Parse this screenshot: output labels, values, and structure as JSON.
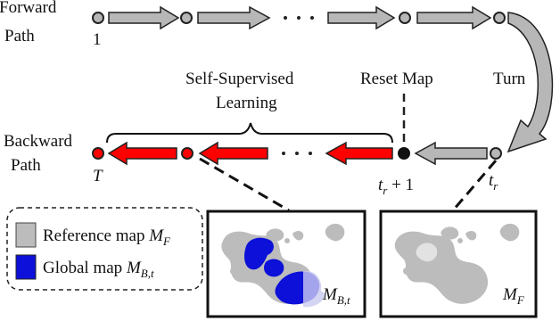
{
  "labels": {
    "forward_line1": "Forward",
    "forward_line2": "Path",
    "start_index": "1",
    "turn": "Turn",
    "reset_map": "Reset Map",
    "ssl_line1": "Self-Supervised",
    "ssl_line2": "Learning",
    "backward_line1": "Backward",
    "backward_line2": "Path",
    "end_T": "T",
    "tr_plus_base": "t",
    "tr_plus_sub": "r",
    "tr_plus_tail": " + 1",
    "tr_base": "t",
    "tr_sub": "r"
  },
  "legend": {
    "reference_text": "Reference map ",
    "reference_sym": "M",
    "reference_sub": "F",
    "global_text": "Global map ",
    "global_sym": "M",
    "global_sub": "B,t"
  },
  "panels": {
    "left_sym": "M",
    "left_sub": "B,t",
    "right_sym": "M",
    "right_sub": "F"
  },
  "colors": {
    "gray_arrow": "#b7b7b7",
    "red_arrow": "#ff0000",
    "blue_map": "#0c10d8",
    "gray_map": "#bcbcbc",
    "reset_node": "#111111"
  }
}
